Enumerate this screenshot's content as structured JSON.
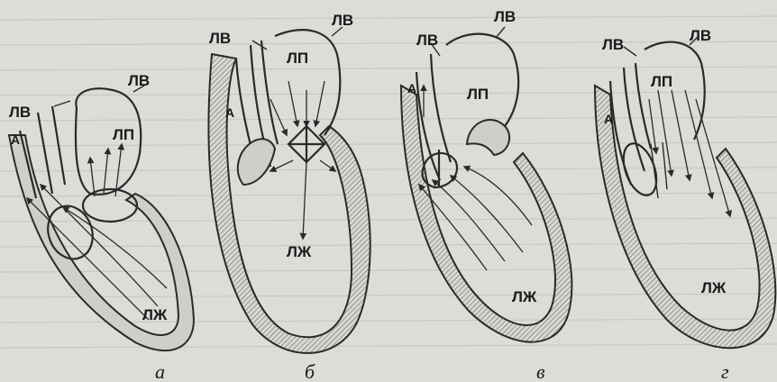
{
  "panels": [
    {
      "caption": "а",
      "labels": {
        "lv_left": "ЛВ",
        "lv_right": "ЛВ",
        "lp": "ЛП",
        "a": "А",
        "lzh": "ЛЖ"
      }
    },
    {
      "caption": "б",
      "labels": {
        "lv_left": "ЛВ",
        "lv_right": "ЛВ",
        "lp": "ЛП",
        "a": "А",
        "lzh": "ЛЖ"
      }
    },
    {
      "caption": "в",
      "labels": {
        "lv_left": "ЛВ",
        "lv_right": "ЛВ",
        "lp": "ЛП",
        "a": "А",
        "lzh": "ЛЖ"
      }
    },
    {
      "caption": "г",
      "labels": {
        "lv_left": "ЛВ",
        "lv_right": "ЛВ",
        "lp": "ЛП",
        "a": "А",
        "lzh": "ЛЖ"
      }
    }
  ]
}
